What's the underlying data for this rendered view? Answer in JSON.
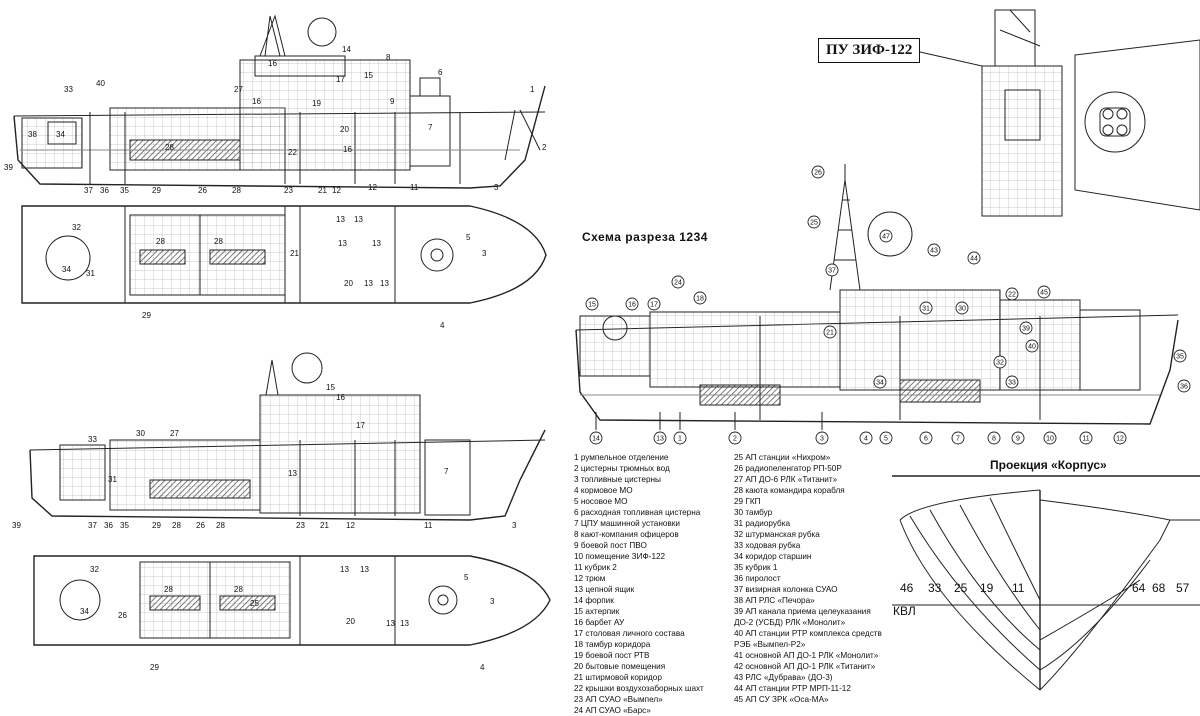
{
  "zif_label": "ПУ ЗИФ-122",
  "scheme_title": "Схема разреза 1234",
  "projection_title": "Проекция «Корпус»",
  "kvl_label": "КВЛ",
  "frame_numbers": [
    "46",
    "33",
    "25",
    "19",
    "11",
    "64",
    "68",
    "57"
  ],
  "left_top_profile_numbers": [
    "33",
    "40",
    "16",
    "19",
    "20",
    "22",
    "16",
    "7",
    "6",
    "14",
    "8",
    "9",
    "17",
    "27",
    "15",
    "16",
    "1",
    "2",
    "38",
    "34",
    "28",
    "39",
    "37",
    "36",
    "35",
    "29",
    "26",
    "28",
    "23",
    "21",
    "12",
    "12",
    "11",
    "3"
  ],
  "left_top_plan_numbers": [
    "32",
    "34",
    "31",
    "29",
    "28",
    "28",
    "13",
    "13",
    "13",
    "13",
    "21",
    "20",
    "13",
    "13",
    "3",
    "5",
    "4"
  ],
  "left_bottom_profile_numbers": [
    "33",
    "30",
    "27",
    "15",
    "16",
    "13",
    "17",
    "7",
    "31",
    "39",
    "37",
    "36",
    "35",
    "29",
    "28",
    "26",
    "28",
    "23",
    "21",
    "12",
    "11",
    "3"
  ],
  "left_bottom_plan_numbers": [
    "32",
    "34",
    "26",
    "28",
    "28",
    "25",
    "13",
    "13",
    "20",
    "13",
    "13",
    "5",
    "3",
    "29",
    "4"
  ],
  "section_circle_numbers": [
    "26",
    "25",
    "47",
    "43",
    "44",
    "37",
    "24",
    "18",
    "17",
    "16",
    "15",
    "22",
    "21",
    "45",
    "39",
    "40",
    "31",
    "30",
    "32",
    "33",
    "34",
    "35",
    "36",
    "14",
    "13",
    "1",
    "2",
    "3",
    "4",
    "5",
    "6",
    "7",
    "8",
    "9",
    "10",
    "11",
    "12"
  ],
  "legend": {
    "left": [
      "1 румпельное отделение",
      "2 цистерны трюмных вод",
      "3 топливные цистерны",
      "4 кормовое МО",
      "5 носовое МО",
      "6 расходная топливная цистерна",
      "7 ЦПУ машинной установки",
      "8 кают-компания офицеров",
      "9 боевой пост ПВО",
      "10 помещение ЗИФ-122",
      "11 кубрик 2",
      "12 трюм",
      "13 цепной ящик",
      "14 форпик",
      "15 ахтерпик",
      "16 барбет АУ",
      "17 столовая личного состава",
      "18 тамбур коридора",
      "19 боевой пост РТВ",
      "20 бытовые помещения",
      "21 штирмовой коридор",
      "22 крышки воздухозаборных шахт",
      "23 АП СУАО «Вымпел»",
      "24 АП СУАО «Барс»"
    ],
    "right": [
      "25 АП станции «Нихром»",
      "26 радиопеленгатор РП-50Р",
      "27 АП ДО-6 РЛК «Титанит»",
      "28 каюта командира корабля",
      "29 ГКП",
      "30 тамбур",
      "31 радиорубка",
      "32 штурманская рубка",
      "33 ходовая рубка",
      "34 коридор старшин",
      "35 кубрик 1",
      "36 пиролост",
      "37 визирная колонка СУАО",
      "38 АП РЛС «Печора»",
      "39 АП канала приема целеуказания",
      "ДО-2 (УСБД) РЛК «Монолит»",
      "40 АП станции РТР комплекса средств",
      "РЭБ «Вымпел-Р2»",
      "41 основной АП ДО-1 РЛК «Монолит»",
      "42 основной АП ДО-1 РЛК «Титанит»",
      "43 РЛС «Дубрава» (ДО-3)",
      "44 АП станции РТР МРП-11-12",
      "45 АП СУ ЗРК «Оса-МА»"
    ]
  }
}
